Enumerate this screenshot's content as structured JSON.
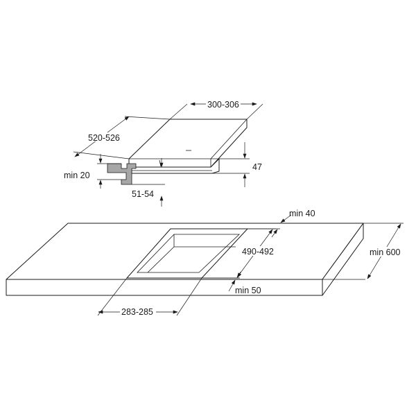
{
  "colors": {
    "line": "#1a1a1a",
    "bracket": "#a6a6a6",
    "background": "#ffffff"
  },
  "labels": {
    "hob_width": "300-306",
    "hob_depth": "520-526",
    "hob_height": "47",
    "min_worktop_thickness": "min 20",
    "embed_depth": "51-54",
    "min_rear_distance": "min 40",
    "cutout_depth": "490-492",
    "worktop_depth": "min 600",
    "min_front_distance": "min 50",
    "cutout_width": "283-285"
  }
}
